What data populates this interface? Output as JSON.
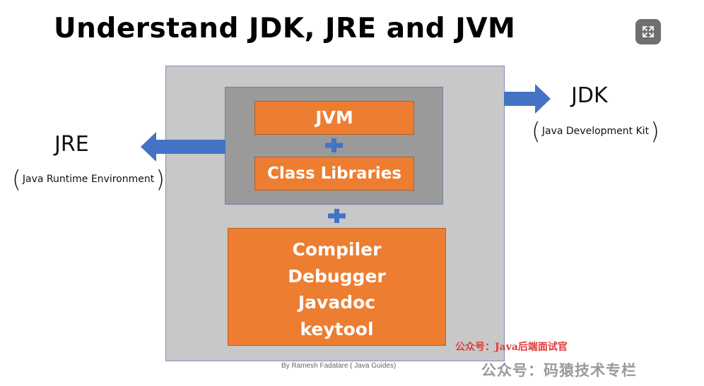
{
  "title": "Understand JDK, JRE and JVM",
  "diagram": {
    "jvm_label": "JVM",
    "class_libraries_label": "Class Libraries",
    "tools": [
      "Compiler",
      "Debugger",
      "Javadoc",
      "keytool"
    ],
    "jdk": {
      "label": "JDK",
      "full_name": "Java Development Kit"
    },
    "jre": {
      "label": "JRE",
      "full_name": "Java Runtime Environment"
    }
  },
  "credit": "By Ramesh Fadatare ( Java Guides)",
  "watermarks": {
    "red": "公众号：Java后端面试官",
    "gray": "公众号：码猿技术专栏"
  },
  "icons": {
    "expand": "expand-icon",
    "plus": "plus-icon",
    "arrow": "arrow-icon"
  },
  "colors": {
    "orange": "#ed7d31",
    "blue": "#4472c4",
    "outer": "#c8c8c8",
    "inner": "#9a9a9a"
  }
}
